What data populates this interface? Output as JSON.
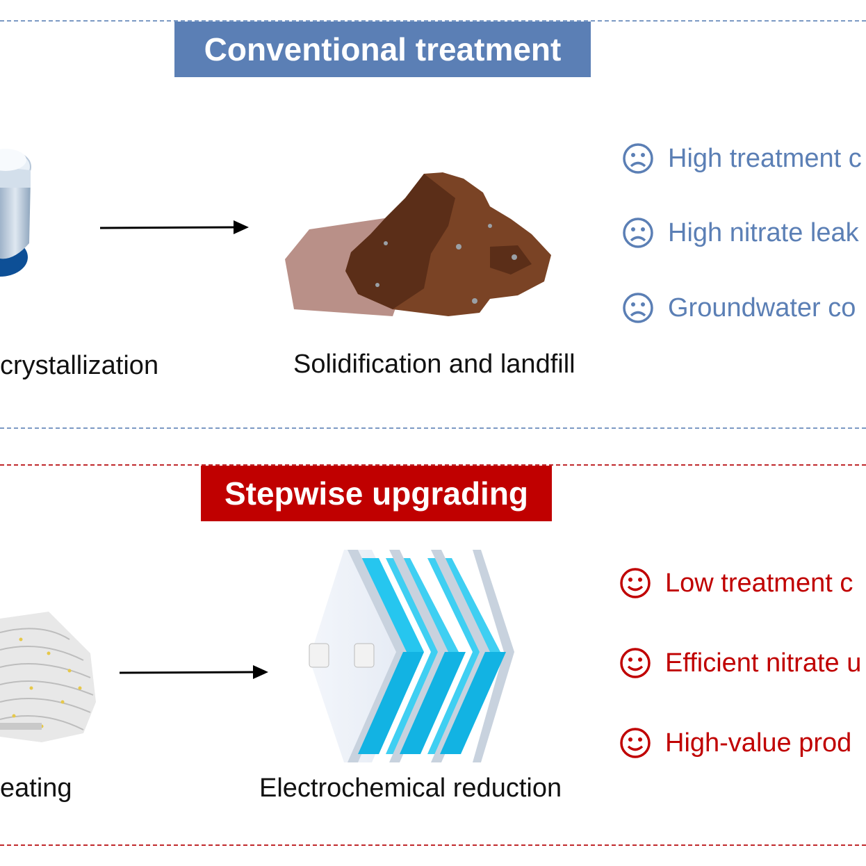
{
  "conventional": {
    "title": "Conventional treatment",
    "step1_label": "crystallization",
    "step2_label": "Solidification and landfill",
    "drawbacks": [
      {
        "text": "High treatment c",
        "icon": "sad-face-icon"
      },
      {
        "text": "High nitrate leak",
        "icon": "sad-face-icon"
      },
      {
        "text": "Groundwater co",
        "icon": "sad-face-icon"
      }
    ],
    "color": "#5b7fb5"
  },
  "stepwise": {
    "title": "Stepwise upgrading",
    "step1_label": "eating",
    "step2_label": "Electrochemical reduction",
    "benefits": [
      {
        "text": "Low treatment c",
        "icon": "happy-face-icon"
      },
      {
        "text": "Efficient nitrate u",
        "icon": "happy-face-icon"
      },
      {
        "text": "High-value prod",
        "icon": "happy-face-icon"
      }
    ],
    "color": "#c00000"
  }
}
